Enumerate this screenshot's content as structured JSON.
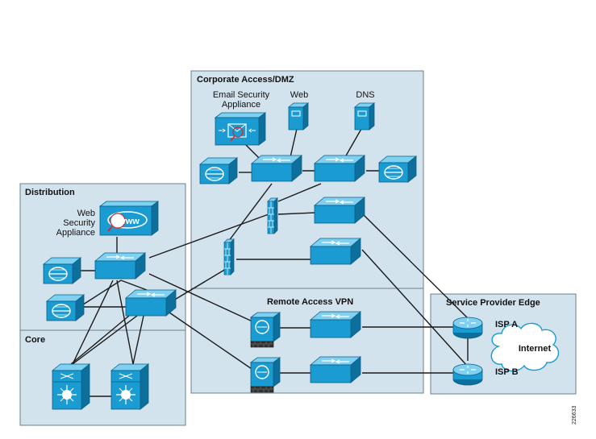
{
  "zones": {
    "corporate": "Corporate Access/DMZ",
    "distribution": "Distribution",
    "core": "Core",
    "remote_vpn": "Remote Access VPN",
    "sp_edge": "Service Provider Edge"
  },
  "labels": {
    "email_line1": "Email Security",
    "email_line2": "Appliance",
    "web": "Web",
    "dns": "DNS",
    "wsa_line1": "Web",
    "wsa_line2": "Security",
    "wsa_line3": "Appliance",
    "wsa_glyph": "www",
    "isp_a": "ISP A",
    "isp_b": "ISP B",
    "internet": "Internet"
  },
  "figure_id": "226633",
  "colors": {
    "zone_fill": "#d3e3ee",
    "zone_stroke": "#6b7f8c",
    "device_fill": "#1a9bd2",
    "device_top": "#7fd0f1",
    "device_side": "#0d6f9c",
    "cloud": "#ffffff"
  },
  "icons": [
    "switch-icon",
    "firewall-icon",
    "server-icon",
    "router-icon",
    "vpn-concentrator-icon",
    "ids-sensor-icon",
    "core-switch-icon",
    "cloud-icon",
    "email-appliance-icon",
    "web-security-appliance-icon"
  ]
}
